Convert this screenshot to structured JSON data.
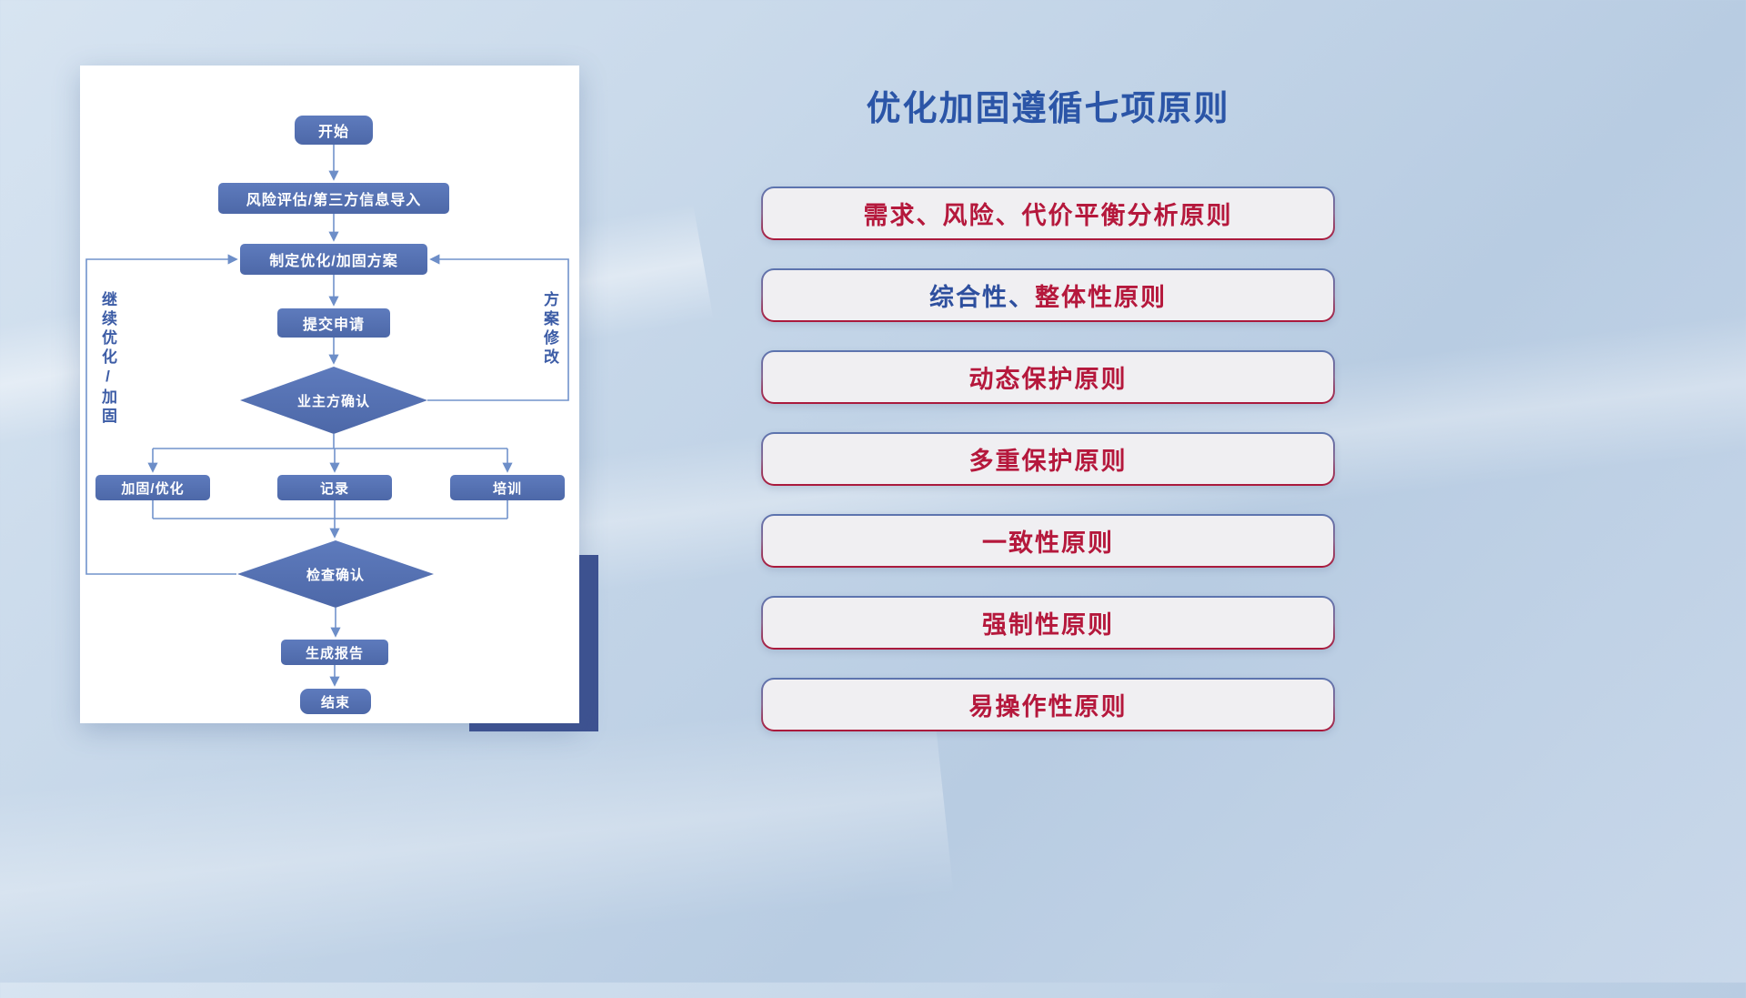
{
  "title": "优化加固遵循七项原则",
  "accent": {
    "blue": "#2e4f9e",
    "red": "#b5183c"
  },
  "flowchart": {
    "nodes": {
      "start": "开始",
      "risk_import": "风险评估/第三方信息导入",
      "plan": "制定优化/加固方案",
      "submit": "提交申请",
      "owner_confirm": "业主方确认",
      "reinforce": "加固/优化",
      "record": "记录",
      "training": "培训",
      "check_confirm": "检查确认",
      "report": "生成报告",
      "end": "结束"
    },
    "labels": {
      "left_loop": "继续优化/加固",
      "right_loop": "方案修改"
    }
  },
  "principles": [
    {
      "blue": "",
      "red": "需求、风险、代价平衡分析原则"
    },
    {
      "blue": "综合性、",
      "red": "整体性原则"
    },
    {
      "blue": "",
      "red": "动态保护原则"
    },
    {
      "blue": "",
      "red": "多重保护原则"
    },
    {
      "blue": "",
      "red": "一致性原则"
    },
    {
      "blue": "",
      "red": "强制性原则"
    },
    {
      "blue": "",
      "red": "易操作性原则"
    }
  ]
}
